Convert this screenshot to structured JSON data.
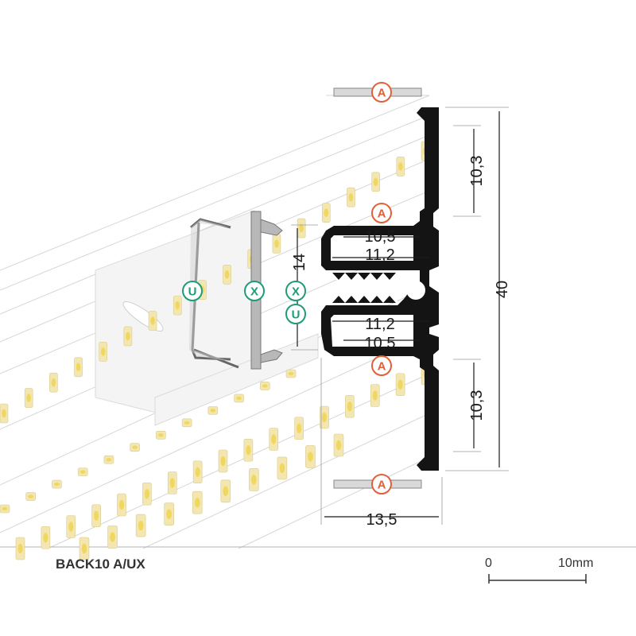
{
  "product_name": "BACK10 A/UX",
  "dimensions": {
    "top_height": "10,3",
    "upper_inner": "10,5",
    "upper_outer": "11,2",
    "total_height": "40",
    "clip_height": "14",
    "lower_outer": "11,2",
    "lower_inner": "10,5",
    "bottom_height": "10,3",
    "width": "13,5"
  },
  "badges": {
    "a_top": "A",
    "a_middle": "A",
    "a_lower": "A",
    "a_bottom": "A",
    "u_clip": "U",
    "x_clip": "X",
    "u_label": "U",
    "x_label": "X"
  },
  "scale": {
    "zero": "0",
    "ten": "10mm"
  },
  "colors": {
    "profile": "#141414",
    "badge_a": "#e0603a",
    "badge_ux": "#1f9b78",
    "led": "#f3e6b0",
    "led_chip": "#fff7c8"
  }
}
